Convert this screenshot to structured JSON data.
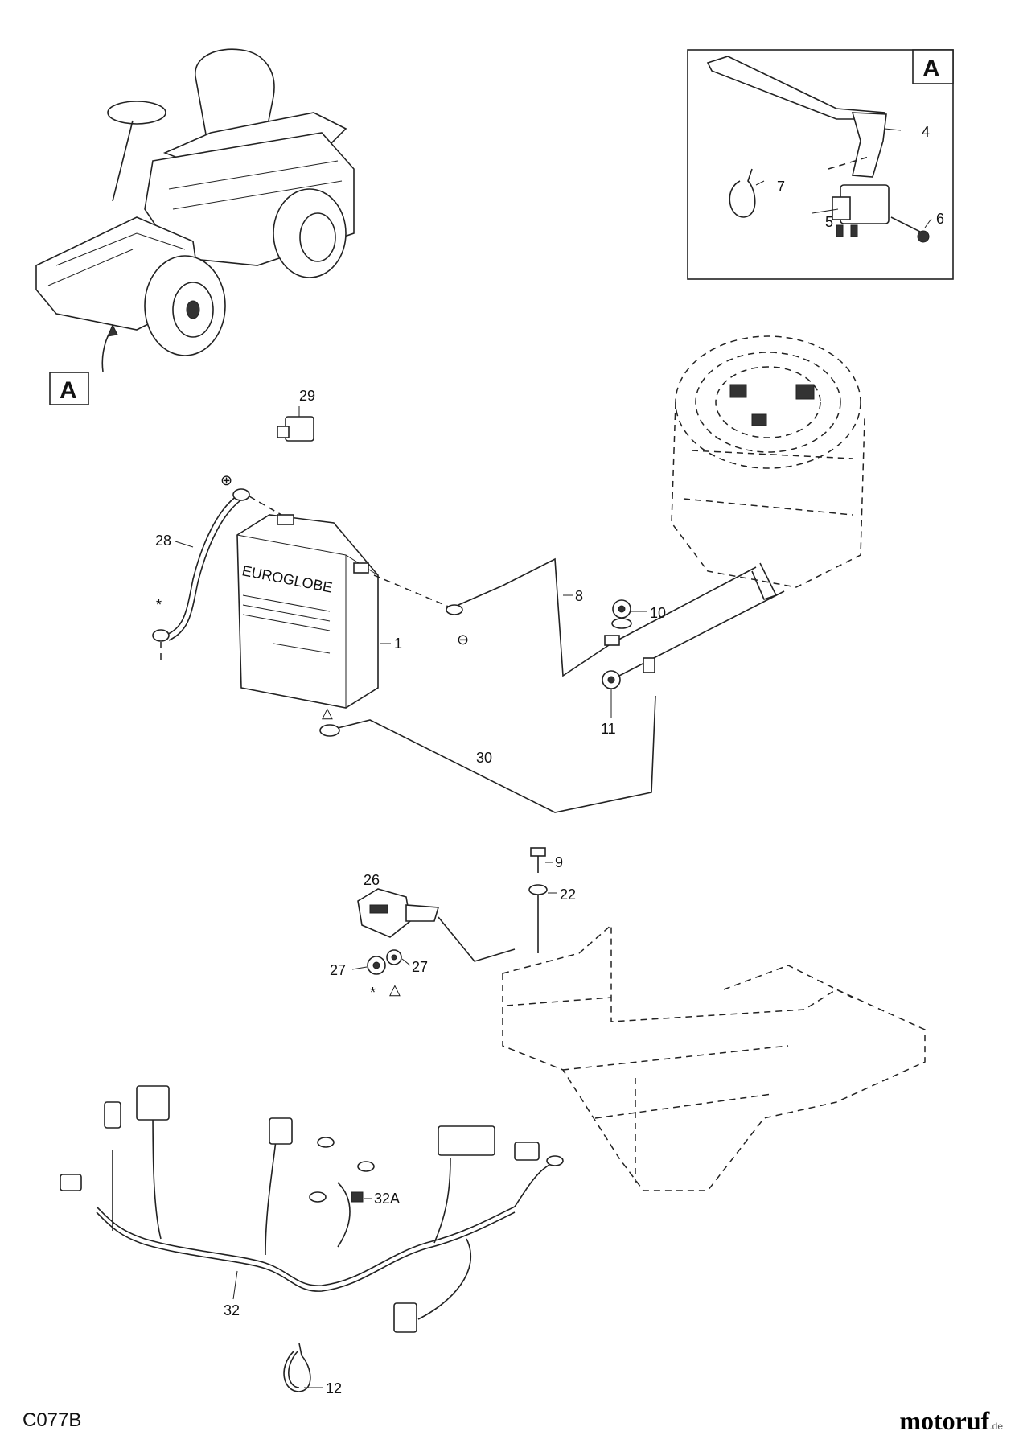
{
  "drawing_code": "C077B",
  "watermark": {
    "text": "motoruf",
    "tld": ".de"
  },
  "detail_box_label": "A",
  "callout_label": "A",
  "battery_brand": "EUROGLOBE",
  "symbols": {
    "positive": "⊕",
    "negative": "⊖",
    "star": "*",
    "triangle": "△"
  },
  "parts": [
    {
      "id": "1",
      "text": "1"
    },
    {
      "id": "4",
      "text": "4"
    },
    {
      "id": "5",
      "text": "5"
    },
    {
      "id": "6",
      "text": "6"
    },
    {
      "id": "7",
      "text": "7"
    },
    {
      "id": "8",
      "text": "8"
    },
    {
      "id": "9",
      "text": "9"
    },
    {
      "id": "10",
      "text": "10"
    },
    {
      "id": "11",
      "text": "11"
    },
    {
      "id": "12",
      "text": "12"
    },
    {
      "id": "22",
      "text": "22"
    },
    {
      "id": "26",
      "text": "26"
    },
    {
      "id": "27a",
      "text": "27"
    },
    {
      "id": "27b",
      "text": "27"
    },
    {
      "id": "28",
      "text": "28"
    },
    {
      "id": "29",
      "text": "29"
    },
    {
      "id": "30",
      "text": "30"
    },
    {
      "id": "32",
      "text": "32"
    },
    {
      "id": "32A",
      "text": "32A"
    }
  ]
}
